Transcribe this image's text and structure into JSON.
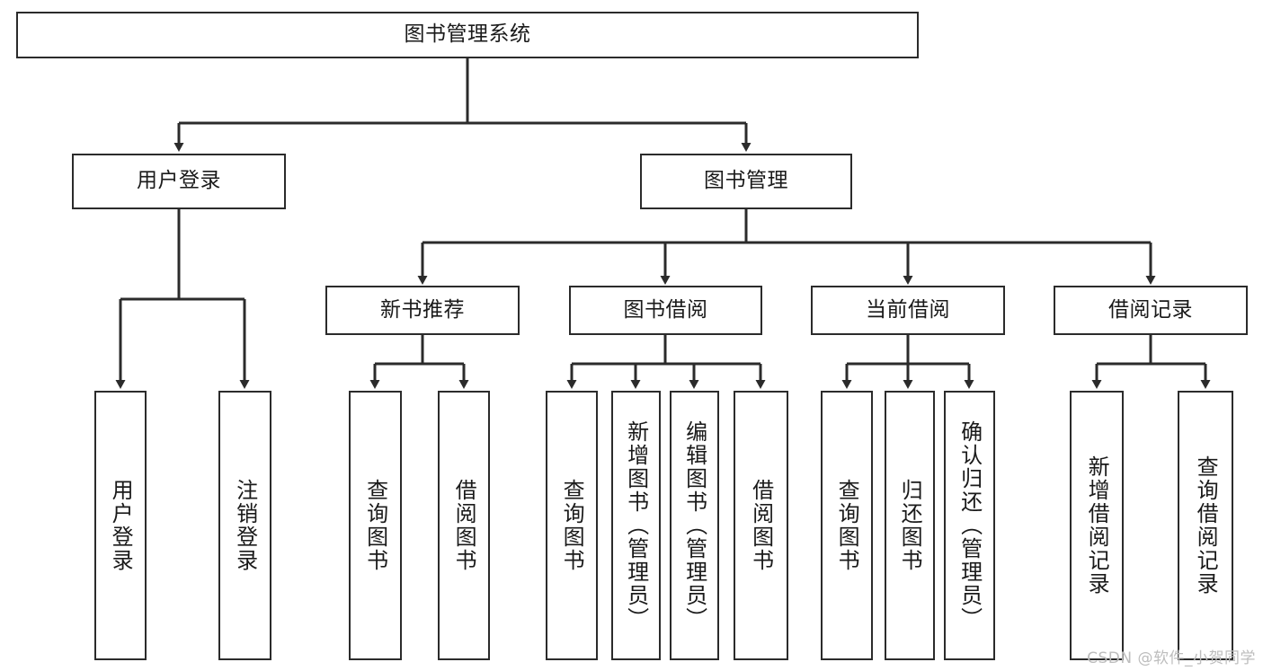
{
  "diagram": {
    "title": "图书管理系统",
    "orientation": "top-down-tree",
    "levels": [
      {
        "level": 1,
        "nodes": [
          {
            "id": "root",
            "label": "图书管理系统",
            "text_direction": "horizontal"
          }
        ]
      },
      {
        "level": 2,
        "nodes": [
          {
            "id": "user-login",
            "label": "用户登录",
            "text_direction": "horizontal"
          },
          {
            "id": "book-manage",
            "label": "图书管理",
            "text_direction": "horizontal"
          }
        ]
      },
      {
        "level": 3,
        "nodes": [
          {
            "id": "new-book-recommend",
            "label": "新书推荐",
            "text_direction": "horizontal"
          },
          {
            "id": "book-borrow",
            "label": "图书借阅",
            "text_direction": "horizontal"
          },
          {
            "id": "current-borrow",
            "label": "当前借阅",
            "text_direction": "horizontal"
          },
          {
            "id": "borrow-record",
            "label": "借阅记录",
            "text_direction": "horizontal"
          }
        ]
      },
      {
        "level": 4,
        "nodes": [
          {
            "id": "leaf-user-login",
            "label": "用户登录",
            "parent": "user-login",
            "text_direction": "vertical"
          },
          {
            "id": "leaf-user-logout",
            "label": "注销登录",
            "parent": "user-login",
            "text_direction": "vertical"
          },
          {
            "id": "leaf-query-book-1",
            "label": "查询图书",
            "parent": "new-book-recommend",
            "text_direction": "vertical"
          },
          {
            "id": "leaf-borrow-book-1",
            "label": "借阅图书",
            "parent": "new-book-recommend",
            "text_direction": "vertical"
          },
          {
            "id": "leaf-query-book-2",
            "label": "查询图书",
            "parent": "book-borrow",
            "text_direction": "vertical"
          },
          {
            "id": "leaf-add-book",
            "label": "新增图书（管理员）",
            "parent": "book-borrow",
            "text_direction": "vertical"
          },
          {
            "id": "leaf-edit-book",
            "label": "编辑图书（管理员）",
            "parent": "book-borrow",
            "text_direction": "vertical"
          },
          {
            "id": "leaf-borrow-book-2",
            "label": "借阅图书",
            "parent": "book-borrow",
            "text_direction": "vertical"
          },
          {
            "id": "leaf-query-book-3",
            "label": "查询图书",
            "parent": "current-borrow",
            "text_direction": "vertical"
          },
          {
            "id": "leaf-return-book",
            "label": "归还图书",
            "parent": "current-borrow",
            "text_direction": "vertical"
          },
          {
            "id": "leaf-confirm-return",
            "label": "确认归还（管理员）",
            "parent": "current-borrow",
            "text_direction": "vertical"
          },
          {
            "id": "leaf-add-record",
            "label": "新增借阅记录",
            "parent": "borrow-record",
            "text_direction": "vertical"
          },
          {
            "id": "leaf-query-record",
            "label": "查询借阅记录",
            "parent": "borrow-record",
            "text_direction": "vertical"
          }
        ]
      }
    ],
    "edges": [
      {
        "from": "root",
        "to": "user-login"
      },
      {
        "from": "root",
        "to": "book-manage"
      },
      {
        "from": "user-login",
        "to": "leaf-user-login"
      },
      {
        "from": "user-login",
        "to": "leaf-user-logout"
      },
      {
        "from": "book-manage",
        "to": "new-book-recommend"
      },
      {
        "from": "book-manage",
        "to": "book-borrow"
      },
      {
        "from": "book-manage",
        "to": "current-borrow"
      },
      {
        "from": "book-manage",
        "to": "borrow-record"
      },
      {
        "from": "new-book-recommend",
        "to": "leaf-query-book-1"
      },
      {
        "from": "new-book-recommend",
        "to": "leaf-borrow-book-1"
      },
      {
        "from": "book-borrow",
        "to": "leaf-query-book-2"
      },
      {
        "from": "book-borrow",
        "to": "leaf-add-book"
      },
      {
        "from": "book-borrow",
        "to": "leaf-edit-book"
      },
      {
        "from": "book-borrow",
        "to": "leaf-borrow-book-2"
      },
      {
        "from": "current-borrow",
        "to": "leaf-query-book-3"
      },
      {
        "from": "current-borrow",
        "to": "leaf-return-book"
      },
      {
        "from": "current-borrow",
        "to": "leaf-confirm-return"
      },
      {
        "from": "borrow-record",
        "to": "leaf-add-record"
      },
      {
        "from": "borrow-record",
        "to": "leaf-query-record"
      }
    ],
    "colors": {
      "box_border": "#2b2b2b",
      "box_fill": "#ffffff",
      "connector": "#2b2b2b",
      "text": "#1a1a1a",
      "watermark": "#bdbdbd"
    }
  },
  "watermark": {
    "text": "CSDN @软件_小贺同学"
  }
}
